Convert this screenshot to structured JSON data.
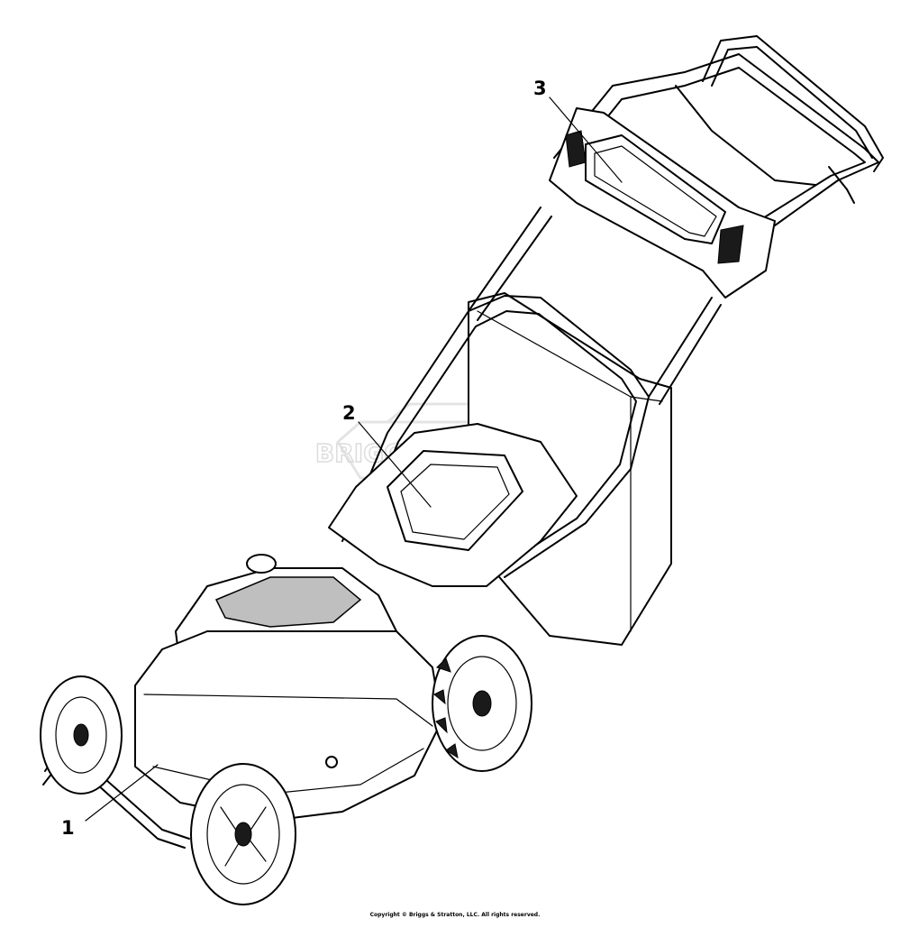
{
  "diagram": {
    "callouts": [
      {
        "id": "1",
        "label": "1"
      },
      {
        "id": "2",
        "label": "2"
      },
      {
        "id": "3",
        "label": "3"
      }
    ],
    "watermark_text": "BRIGGS & STRATTON",
    "copyright": "Copyright © Briggs & Stratton, LLC. All rights reserved."
  }
}
